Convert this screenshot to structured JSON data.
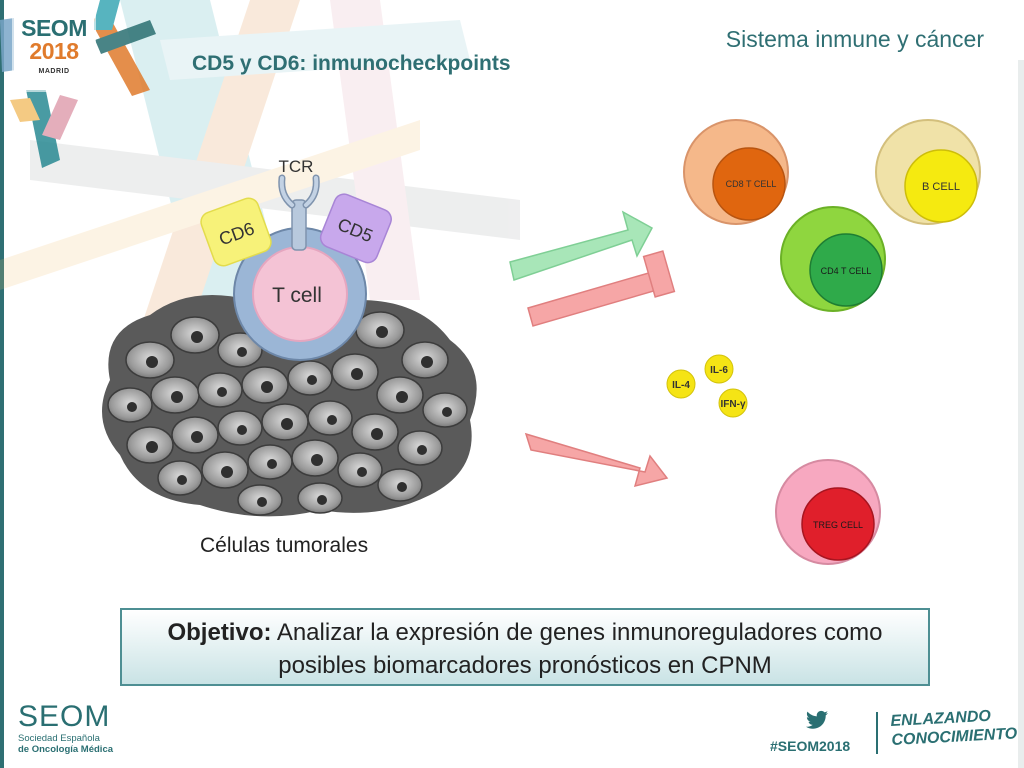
{
  "header": {
    "logo": {
      "brand": "SEOM",
      "year": "2018",
      "city": "MADRID"
    },
    "page_title": "CD5 y CD6: inmunocheckpoints",
    "section_title": "Sistema inmune y cáncer"
  },
  "diagram": {
    "receptor_label": "TCR",
    "cd6_label": "CD6",
    "cd5_label": "CD5",
    "tcell_label": "T cell",
    "tumor_caption": "Células tumorales",
    "cells": {
      "cd8": "CD8 T CELL",
      "b": "B  CELL",
      "cd4": "CD4 T CELL",
      "treg": "TREG CELL"
    },
    "cytokines": {
      "il4": "IL-4",
      "il6": "IL-6",
      "ifn": "IFN-γ"
    }
  },
  "objective": {
    "label": "Objetivo:",
    "text": " Analizar la expresión de genes inmunoreguladores como posibles biomarcadores pronósticos en CPNM"
  },
  "footer": {
    "brand": "SEOM",
    "org_line1": "Sociedad  Española",
    "org_line2": "de Oncología Médica",
    "hashtag": "#SEOM2018",
    "slogan_line1": "ENLAZANDO",
    "slogan_line2": "CONOCIMIENTO"
  },
  "colors": {
    "brand_teal": "#2f6f73",
    "arrow_green": "#a8e6b8",
    "arrow_red": "#f6a6a6",
    "cd8_outer": "#f5b88a",
    "cd8_inner": "#e0660f",
    "b_outer": "#f0e2a8",
    "b_inner": "#f5ea10",
    "cd4_outer": "#8fd63f",
    "cd4_inner": "#2faa4a",
    "treg_outer": "#f7a8c0",
    "treg_inner": "#e01f2b"
  }
}
